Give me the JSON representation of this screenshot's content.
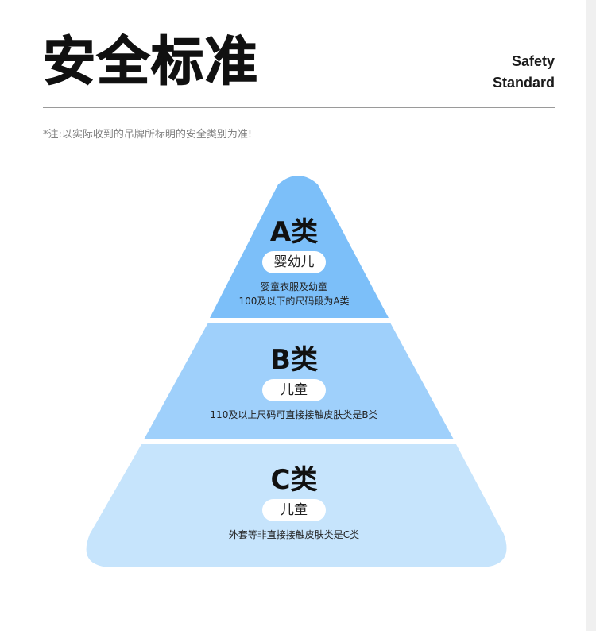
{
  "header": {
    "title": "安全标准",
    "subtitle_line1": "Safety",
    "subtitle_line2": "Standard"
  },
  "note": "*注:以实际收到的吊牌所标明的安全类别为准!",
  "tiers": [
    {
      "label": "A类",
      "pill": "婴幼儿",
      "desc_line1": "婴童衣服及幼童",
      "desc_line2": "100及以下的尺码段为A类",
      "color": "#7cbff9"
    },
    {
      "label": "B类",
      "pill": "儿童",
      "desc_line1": "110及以上尺码可直接接触皮肤类是B类",
      "color": "#9fd0fb"
    },
    {
      "label": "C类",
      "pill": "儿童",
      "desc_line1": "外套等非直接接触皮肤类是C类",
      "color": "#c6e4fc"
    }
  ]
}
